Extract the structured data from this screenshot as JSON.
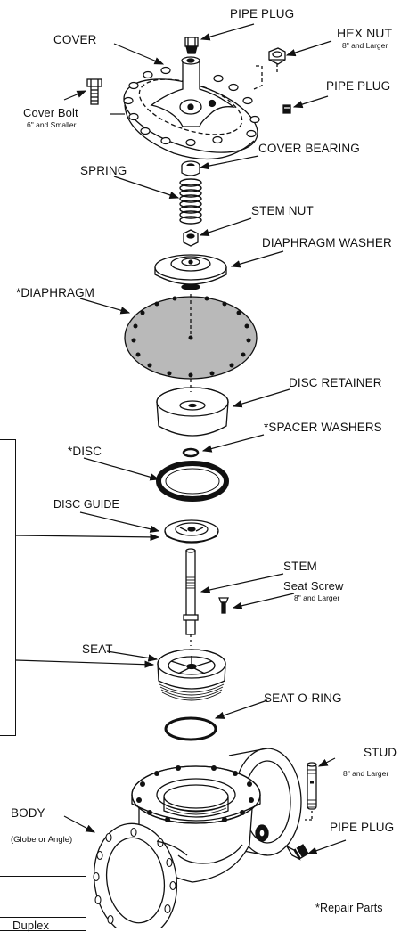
{
  "labels": {
    "pipe_plug_top": "PIPE PLUG",
    "cover": "COVER",
    "hex_nut": "HEX  NUT",
    "hex_nut_note": "8\" and Larger",
    "pipe_plug_right": "PIPE PLUG",
    "cover_bolt": "Cover Bolt",
    "cover_bolt_note": "6\" and Smaller",
    "cover_bearing": "COVER BEARING",
    "spring": "SPRING",
    "stem_nut": "STEM NUT",
    "diaphragm_washer": "DIAPHRAGM WASHER",
    "diaphragm": "*DIAPHRAGM",
    "disc_retainer": "DISC RETAINER",
    "spacer_washers": "*SPACER WASHERS",
    "disc": "*DISC",
    "disc_guide": "DISC GUIDE",
    "stem": "STEM",
    "seat_screw": "Seat Screw",
    "seat_screw_note": "8\" and Larger",
    "seat": "SEAT",
    "seat_oring": "SEAT O-RING",
    "stud": "STUD",
    "stud_note": "8\" and Larger",
    "body": "BODY",
    "body_note": "(Globe or Angle)",
    "pipe_plug_bottom": "PIPE PLUG",
    "repair_parts": "*Repair Parts",
    "table_fragment": "Duplex"
  }
}
